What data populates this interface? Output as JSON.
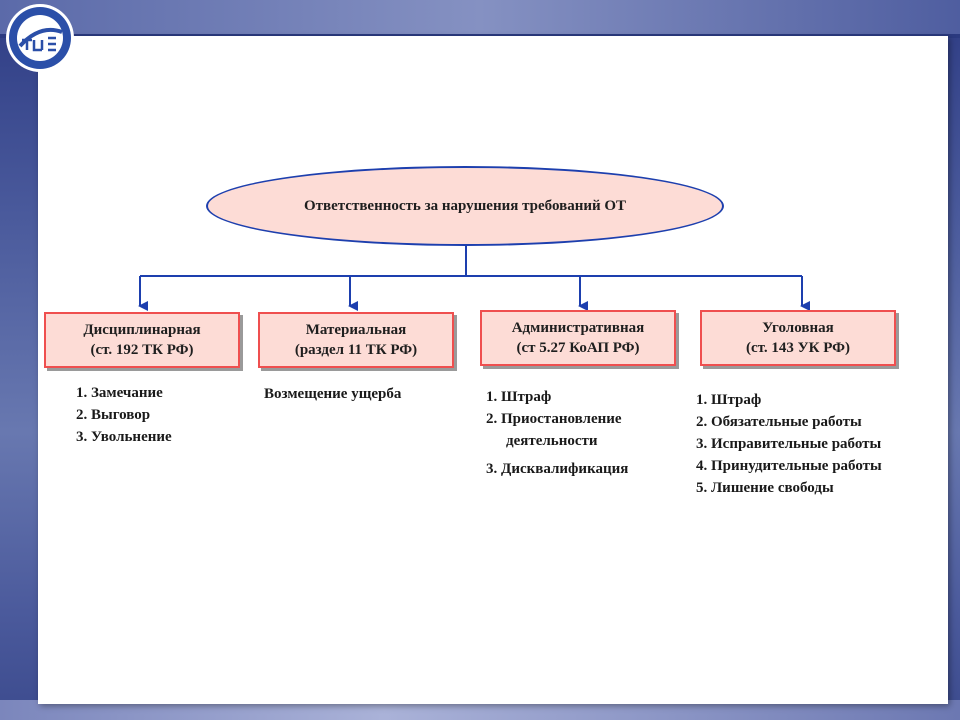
{
  "diagram": {
    "title": "Ответственность за нарушения требований ОТ",
    "categories": [
      {
        "name": "Дисциплинарная",
        "ref": "(ст. 192 ТК РФ)",
        "items": [
          "1. Замечание",
          "2. Выговор",
          "3. Увольнение"
        ]
      },
      {
        "name": "Материальная",
        "ref": "(раздел 11 ТК РФ)",
        "text": "Возмещение ущерба"
      },
      {
        "name": "Административная",
        "ref": "(ст 5.27 КоАП РФ)",
        "items": [
          "1. Штраф",
          "2. Приостановление",
          "деятельности",
          "3. Дисквалификация"
        ]
      },
      {
        "name": "Уголовная",
        "ref": "(ст. 143 УК РФ)",
        "items": [
          "1. Штраф",
          "2. Обязательные работы",
          "3. Исправительные работы",
          "4. Принудительные работы",
          "5. Лишение свободы"
        ]
      }
    ]
  },
  "colors": {
    "box_fill": "#fddcd6",
    "box_border": "#ef4f4f",
    "ellipse_border": "#1d3fae",
    "connector": "#1d3fae",
    "background": "#4a5a9c"
  },
  "icons": {
    "logo": "college-emblem-icon"
  }
}
